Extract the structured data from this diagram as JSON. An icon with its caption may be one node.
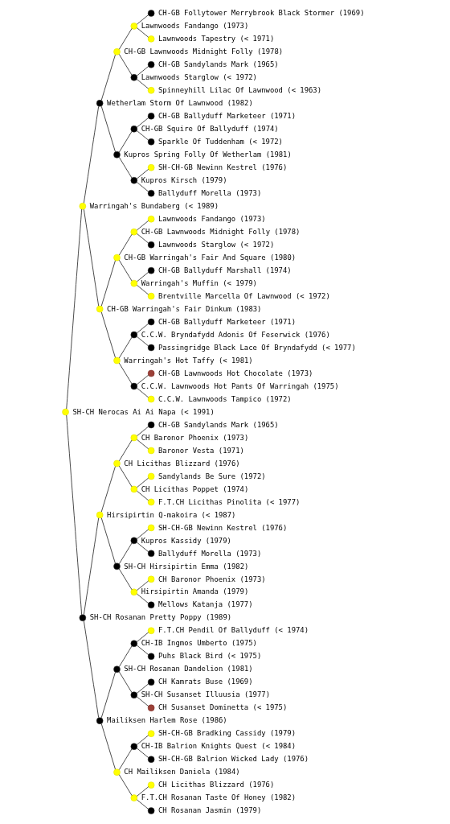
{
  "diagram": {
    "nodes": [
      {
        "text": [],
        "shape": "circle",
        "beside": [
          "CH-GB Follytower Merrybrook Black Stormer (1969)"
        ]
      },
      {
        "text": [],
        "shape": "circle",
        "beside": [
          "Lawnwoods Fandango (1973)"
        ]
      },
      {
        "text": [],
        "shape": "circle",
        "beside": [
          "Lawnwoods Tapestry (< 1971)"
        ]
      },
      {
        "text": [],
        "shape": "circle",
        "beside": [
          "CH-GB Lawnwoods Midnight Folly (1978)"
        ]
      },
      {
        "text": [],
        "shape": "circle",
        "beside": [
          "CH-GB Sandylands Mark (1965)"
        ]
      },
      {
        "text": [],
        "shape": "circle",
        "beside": [
          "Lawnwoods Starglow (< 1972)"
        ]
      },
      {
        "text": [],
        "shape": "circle",
        "beside": [
          "Spinneyhill Lilac Of Lawnwood (< 1963)"
        ]
      },
      {
        "text": [],
        "shape": "circle",
        "beside": [
          "Wetherlam Storm Of Lawnwood (1982)"
        ]
      },
      {
        "text": [],
        "shape": "circle",
        "beside": [
          "CH-GB Ballyduff Marketeer (1971)"
        ]
      },
      {
        "text": [],
        "shape": "circle",
        "beside": [
          "CH-GB Squire Of Ballyduff (1974)"
        ]
      },
      {
        "text": [],
        "shape": "circle",
        "beside": [
          "Sparkle Of Tuddenham (< 1972)"
        ]
      },
      {
        "text": [],
        "shape": "circle",
        "beside": [
          "Kupros Spring Folly Of Wetherlam (1981)"
        ]
      },
      {
        "text": [],
        "shape": "circle",
        "beside": [
          "SH-CH-GB Newinn Kestrel (1976)"
        ]
      },
      {
        "text": [],
        "shape": "circle",
        "beside": [
          "Kupros Kirsch (1979)"
        ]
      },
      {
        "text": [],
        "shape": "circle",
        "beside": [
          "Ballyduff Morella (1973)"
        ]
      },
      {
        "text": [],
        "shape": "circle",
        "beside": [
          "Warringah's Bundaberg (< 1989)"
        ]
      },
      {
        "text": [],
        "shape": "circle",
        "beside": [
          "Lawnwoods Fandango (1973)"
        ]
      },
      {
        "text": [],
        "shape": "circle",
        "beside": [
          "CH-GB Lawnwoods Midnight Folly (1978)"
        ]
      },
      {
        "text": [],
        "shape": "circle",
        "beside": [
          "Lawnwoods Starglow (< 1972)"
        ]
      },
      {
        "text": [],
        "shape": "circle",
        "beside": [
          "CH-GB Warringah's Fair And Square (1980)"
        ]
      },
      {
        "text": [],
        "shape": "circle",
        "beside": [
          "CH-GB Ballyduff Marshall (1974)"
        ]
      },
      {
        "text": [],
        "shape": "circle",
        "beside": [
          "Warringah's Muffin (< 1979)"
        ]
      },
      {
        "text": [],
        "shape": "circle",
        "beside": [
          "Brentville Marcella Of Lawnwood (< 1972)"
        ]
      },
      {
        "text": [],
        "shape": "circle",
        "beside": [
          "CH-GB Warringah's Fair Dinkum (1983)"
        ]
      },
      {
        "text": [],
        "shape": "circle",
        "beside": [
          "CH-GB Ballyduff Marketeer (1971)"
        ]
      },
      {
        "text": [],
        "shape": "circle",
        "beside": [
          "C.C.W. Bryndafydd Adonis Of Feserwick (1976)"
        ]
      },
      {
        "text": [],
        "shape": "circle",
        "beside": [
          "Passingridge Black Lace Of Bryndafydd (< 1977)"
        ]
      },
      {
        "text": [],
        "shape": "circle",
        "beside": [
          "Warringah's Hot Taffy (< 1981)"
        ]
      },
      {
        "text": [],
        "shape": "circle",
        "beside": [
          "CH-GB Lawnwoods Hot Chocolate (1973)"
        ]
      },
      {
        "text": [],
        "shape": "circle",
        "beside": [
          "C.C.W. Lawnwoods Hot Pants Of Warringah (1975)"
        ]
      },
      {
        "text": [],
        "shape": "circle",
        "beside": [
          "C.C.W. Lawnwoods Tampico (1972)"
        ]
      },
      {
        "text": [],
        "shape": "circle",
        "beside": [
          "SH-CH Nerocas Ai Ai Napa (< 1991)"
        ]
      },
      {
        "text": [],
        "shape": "circle",
        "beside": [
          "CH-GB Sandylands Mark (1965)"
        ]
      },
      {
        "text": [],
        "shape": "circle",
        "beside": [
          "CH Baronor Phoenix (1973)"
        ]
      },
      {
        "text": [],
        "shape": "circle",
        "beside": [
          "Baronor Vesta (1971)"
        ]
      },
      {
        "text": [],
        "shape": "circle",
        "beside": [
          "CH Licithas Blizzard (1976)"
        ]
      },
      {
        "text": [],
        "shape": "circle",
        "beside": [
          "Sandylands Be Sure (1972)"
        ]
      },
      {
        "text": [],
        "shape": "circle",
        "beside": [
          "CH Licithas Poppet (1974)"
        ]
      },
      {
        "text": [],
        "shape": "circle",
        "beside": [
          "F.T.CH Licithas Pinolita (< 1977)"
        ]
      },
      {
        "text": [],
        "shape": "circle",
        "beside": [
          "Hirsipirtin Q-makoira (< 1987)"
        ]
      },
      {
        "text": [],
        "shape": "circle",
        "beside": [
          "SH-CH-GB Newinn Kestrel (1976)"
        ]
      },
      {
        "text": [],
        "shape": "circle",
        "beside": [
          "Kupros Kassidy (1979)"
        ]
      },
      {
        "text": [],
        "shape": "circle",
        "beside": [
          "Ballyduff Morella (1973)"
        ]
      },
      {
        "text": [],
        "shape": "circle",
        "beside": [
          "SH-CH Hirsipirtin Emma (1982)"
        ]
      },
      {
        "text": [],
        "shape": "circle",
        "beside": [
          "CH Baronor Phoenix (1973)"
        ]
      },
      {
        "text": [],
        "shape": "circle",
        "beside": [
          "Hirsipirtin Amanda (1979)"
        ]
      },
      {
        "text": [],
        "shape": "circle",
        "beside": [
          "Mellows Katanja (1977)"
        ]
      },
      {
        "text": [],
        "shape": "circle",
        "beside": [
          "SH-CH Rosanan Pretty Poppy (1989)"
        ]
      },
      {
        "text": [],
        "shape": "circle",
        "beside": [
          "F.T.CH Pendil Of Ballyduff (< 1974)"
        ]
      },
      {
        "text": [],
        "shape": "circle",
        "beside": [
          "CH-IB Ingmos Umberto (1975)"
        ]
      },
      {
        "text": [],
        "shape": "circle",
        "beside": [
          "Puhs Black Bird (< 1975)"
        ]
      },
      {
        "text": [],
        "shape": "circle",
        "beside": [
          "SH-CH Rosanan Dandelion (1981)"
        ]
      },
      {
        "text": [],
        "shape": "circle",
        "beside": [
          "CH Kamrats Buse (1969)"
        ]
      },
      {
        "text": [],
        "shape": "circle",
        "beside": [
          "SH-CH Susanset Illuusia (1977)"
        ]
      },
      {
        "text": [],
        "shape": "circle",
        "beside": [
          "CH Susanset Dominetta (< 1975)"
        ]
      },
      {
        "text": [],
        "shape": "circle",
        "beside": [
          "Mailiksen Harlem Rose (1986)"
        ]
      },
      {
        "text": [],
        "shape": "circle",
        "beside": [
          "SH-CH-GB Bradking Cassidy (1979)"
        ]
      },
      {
        "text": [],
        "shape": "circle",
        "beside": [
          "CH-IB Balrion Knights Quest (< 1984)"
        ]
      },
      {
        "text": [],
        "shape": "circle",
        "beside": [
          "SH-CH-GB Balrion Wicked Lady (1976)"
        ]
      },
      {
        "text": [],
        "shape": "circle",
        "beside": [
          "CH Mailiksen Daniela (1984)"
        ]
      },
      {
        "text": [],
        "shape": "circle",
        "beside": [
          "CH Licithas Blizzard (1976)"
        ]
      },
      {
        "text": [],
        "shape": "circle",
        "beside": [
          "F.T.CH Rosanan Taste Of Honey (1982)"
        ]
      },
      {
        "text": [],
        "shape": "circle",
        "beside": [
          "CH Rosanan Jasmin (1979)"
        ]
      }
    ],
    "edges": [
      {
        "from": 1,
        "to": 0,
        "arrow": "none"
      },
      {
        "from": 1,
        "to": 2,
        "arrow": "none"
      },
      {
        "from": 3,
        "to": 1,
        "arrow": "none"
      },
      {
        "from": 3,
        "to": 5,
        "arrow": "none"
      },
      {
        "from": 5,
        "to": 4,
        "arrow": "none"
      },
      {
        "from": 5,
        "to": 6,
        "arrow": "none"
      },
      {
        "from": 7,
        "to": 3,
        "arrow": "none"
      },
      {
        "from": 7,
        "to": 11,
        "arrow": "none"
      },
      {
        "from": 9,
        "to": 8,
        "arrow": "none"
      },
      {
        "from": 9,
        "to": 10,
        "arrow": "none"
      },
      {
        "from": 11,
        "to": 9,
        "arrow": "none"
      },
      {
        "from": 11,
        "to": 13,
        "arrow": "none"
      },
      {
        "from": 13,
        "to": 12,
        "arrow": "none"
      },
      {
        "from": 13,
        "to": 14,
        "arrow": "none"
      },
      {
        "from": 15,
        "to": 7,
        "arrow": "none"
      },
      {
        "from": 15,
        "to": 23,
        "arrow": "none"
      },
      {
        "from": 17,
        "to": 16,
        "arrow": "none"
      },
      {
        "from": 17,
        "to": 18,
        "arrow": "none"
      },
      {
        "from": 19,
        "to": 17,
        "arrow": "none"
      },
      {
        "from": 19,
        "to": 21,
        "arrow": "none"
      },
      {
        "from": 21,
        "to": 20,
        "arrow": "none"
      },
      {
        "from": 21,
        "to": 22,
        "arrow": "none"
      },
      {
        "from": 23,
        "to": 19,
        "arrow": "none"
      },
      {
        "from": 23,
        "to": 27,
        "arrow": "none"
      },
      {
        "from": 25,
        "to": 24,
        "arrow": "none"
      },
      {
        "from": 25,
        "to": 26,
        "arrow": "none"
      },
      {
        "from": 27,
        "to": 25,
        "arrow": "none"
      },
      {
        "from": 27,
        "to": 29,
        "arrow": "none"
      },
      {
        "from": 29,
        "to": 28,
        "arrow": "none"
      },
      {
        "from": 29,
        "to": 30,
        "arrow": "none"
      },
      {
        "from": 31,
        "to": 15,
        "arrow": "none"
      },
      {
        "from": 31,
        "to": 47,
        "arrow": "none"
      },
      {
        "from": 33,
        "to": 32,
        "arrow": "none"
      },
      {
        "from": 33,
        "to": 34,
        "arrow": "none"
      },
      {
        "from": 35,
        "to": 33,
        "arrow": "none"
      },
      {
        "from": 35,
        "to": 37,
        "arrow": "none"
      },
      {
        "from": 37,
        "to": 36,
        "arrow": "none"
      },
      {
        "from": 37,
        "to": 38,
        "arrow": "none"
      },
      {
        "from": 39,
        "to": 35,
        "arrow": "none"
      },
      {
        "from": 39,
        "to": 43,
        "arrow": "none"
      },
      {
        "from": 41,
        "to": 40,
        "arrow": "none"
      },
      {
        "from": 41,
        "to": 42,
        "arrow": "none"
      },
      {
        "from": 43,
        "to": 41,
        "arrow": "none"
      },
      {
        "from": 43,
        "to": 45,
        "arrow": "none"
      },
      {
        "from": 45,
        "to": 44,
        "arrow": "none"
      },
      {
        "from": 45,
        "to": 46,
        "arrow": "none"
      },
      {
        "from": 47,
        "to": 39,
        "arrow": "none"
      },
      {
        "from": 47,
        "to": 55,
        "arrow": "none"
      },
      {
        "from": 49,
        "to": 48,
        "arrow": "none"
      },
      {
        "from": 49,
        "to": 50,
        "arrow": "none"
      },
      {
        "from": 51,
        "to": 49,
        "arrow": "none"
      },
      {
        "from": 51,
        "to": 53,
        "arrow": "none"
      },
      {
        "from": 53,
        "to": 52,
        "arrow": "none"
      },
      {
        "from": 53,
        "to": 54,
        "arrow": "none"
      },
      {
        "from": 55,
        "to": 51,
        "arrow": "none"
      },
      {
        "from": 55,
        "to": 59,
        "arrow": "none"
      },
      {
        "from": 57,
        "to": 56,
        "arrow": "none"
      },
      {
        "from": 57,
        "to": 58,
        "arrow": "none"
      },
      {
        "from": 59,
        "to": 57,
        "arrow": "none"
      },
      {
        "from": 59,
        "to": 61,
        "arrow": "none"
      },
      {
        "from": 61,
        "to": 60,
        "arrow": "none"
      },
      {
        "from": 61,
        "to": 62,
        "arrow": "none"
      }
    ]
  }
}
